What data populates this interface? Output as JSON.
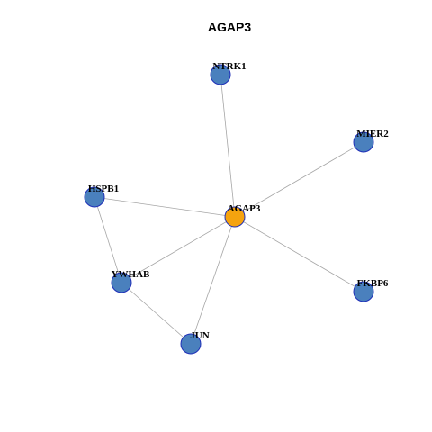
{
  "title": "AGAP3",
  "colors": {
    "hub_fill": "#f5a30f",
    "node_fill": "#4a80bd",
    "node_stroke": "#1f2fb8",
    "edge": "#a6a6a6"
  },
  "nodes": [
    {
      "id": "AGAP3",
      "label": "AGAP3",
      "hub": true
    },
    {
      "id": "NTRK1",
      "label": "NTRK1",
      "hub": false
    },
    {
      "id": "MIER2",
      "label": "MIER2",
      "hub": false
    },
    {
      "id": "HSPB1",
      "label": "HSPB1",
      "hub": false
    },
    {
      "id": "YWHAB",
      "label": "YWHAB",
      "hub": false
    },
    {
      "id": "FKBP6",
      "label": "FKBP6",
      "hub": false
    },
    {
      "id": "JUN",
      "label": "JUN",
      "hub": false
    }
  ],
  "edges": [
    [
      "AGAP3",
      "NTRK1"
    ],
    [
      "AGAP3",
      "MIER2"
    ],
    [
      "AGAP3",
      "HSPB1"
    ],
    [
      "AGAP3",
      "YWHAB"
    ],
    [
      "AGAP3",
      "FKBP6"
    ],
    [
      "AGAP3",
      "JUN"
    ],
    [
      "HSPB1",
      "YWHAB"
    ],
    [
      "YWHAB",
      "JUN"
    ]
  ]
}
